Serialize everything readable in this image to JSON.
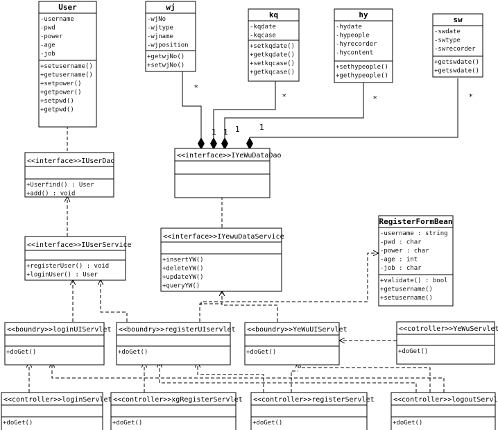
{
  "classes": {
    "user": {
      "title": "User",
      "attributes": [
        "-username",
        "-pwd",
        "-power",
        "-age",
        "-job"
      ],
      "methods": [
        "+setusername()",
        "+getusername()",
        "+setpower()",
        "+getpower()",
        "+setpwd()",
        "+getpwd()"
      ]
    },
    "wj": {
      "title": "wj",
      "attributes": [
        "-wjNo",
        "-wjtype",
        "-wjname",
        "-wjposition"
      ],
      "methods": [
        "+getwjNo()",
        "+setwjNo()"
      ]
    },
    "kq": {
      "title": "kq",
      "attributes": [
        "-kqdate",
        "-kqcase"
      ],
      "methods": [
        "+setkqdate()",
        "+getkqdate()",
        "+setkqcase()",
        "+getkqcase()"
      ]
    },
    "hy": {
      "title": "hy",
      "attributes": [
        "-hydate",
        "-hypeople",
        "-hyrecorder",
        "-hycontent"
      ],
      "methods": [
        "+sethypeople()",
        "+gethypeople()"
      ]
    },
    "sw": {
      "title": "sw",
      "attributes": [
        "-swdate",
        "-swtype",
        "-swrecorder"
      ],
      "methods": [
        "+getswdate()",
        "+getswdate()"
      ]
    },
    "iuserdao": {
      "title": "<<interface>>IUserDao",
      "attributes": [],
      "methods": [
        "+Userfind() : User",
        "+add() : void"
      ]
    },
    "iyewudatadao": {
      "title": "<<interface>>IYeWuDataDao",
      "attributes": [],
      "methods": []
    },
    "iuserservice": {
      "title": "<<interface>>IUserService",
      "attributes": [],
      "methods": [
        "+registerUser() : void",
        "+loginUser() : User"
      ]
    },
    "iyewudataservice": {
      "title": "<<interface>>IYewuDataService",
      "attributes": [],
      "methods": [
        "+insertYW()",
        "+deleteYW()",
        "+updateYW()",
        "+queryYW()"
      ]
    },
    "registerformbean": {
      "title": "RegisterFormBean",
      "attributes": [
        "-username : string",
        "-pwd : char",
        "-power : char",
        "-age : int",
        "-job : char"
      ],
      "methods": [
        "+validate() : bool",
        "+getusername()",
        "+setusername()"
      ]
    },
    "loginuiservlet": {
      "title": "<<boundry>>loginUIServlet",
      "attributes": [],
      "methods": [
        "+doGet()"
      ]
    },
    "registeruiservlet": {
      "title": "<<boundry>>registerUIservlet",
      "attributes": [],
      "methods": [
        "+doGet()"
      ]
    },
    "yewuuiservlet": {
      "title": "<<boundry>>YeWuUIServlet",
      "attributes": [],
      "methods": [
        "+doGet()"
      ]
    },
    "yewuservlet": {
      "title": "<<cotroller>>YeWuServlet",
      "attributes": [],
      "methods": [
        "+doGet()"
      ]
    },
    "loginservlet": {
      "title": "<<controller>>loginServlet",
      "attributes": [],
      "methods": [
        "+doGet()"
      ]
    },
    "xgregisterservlet": {
      "title": "<<controller>>xgRegisterServlet",
      "attributes": [],
      "methods": [
        "+doGet()"
      ]
    },
    "registerservlet": {
      "title": "<<controller>>registerServlet",
      "attributes": [],
      "methods": [
        "+doGet()"
      ]
    },
    "logoutservlet": {
      "title": "<<controller>>logoutServlet",
      "attributes": [],
      "methods": [
        "+doGet()"
      ]
    }
  },
  "multiplicities": {
    "wj_many": "*",
    "kq_many": "*",
    "hy_many": "*",
    "sw_many": "*",
    "one_a": "1",
    "one_b": "1",
    "one_c": "1",
    "one_d": "1"
  }
}
